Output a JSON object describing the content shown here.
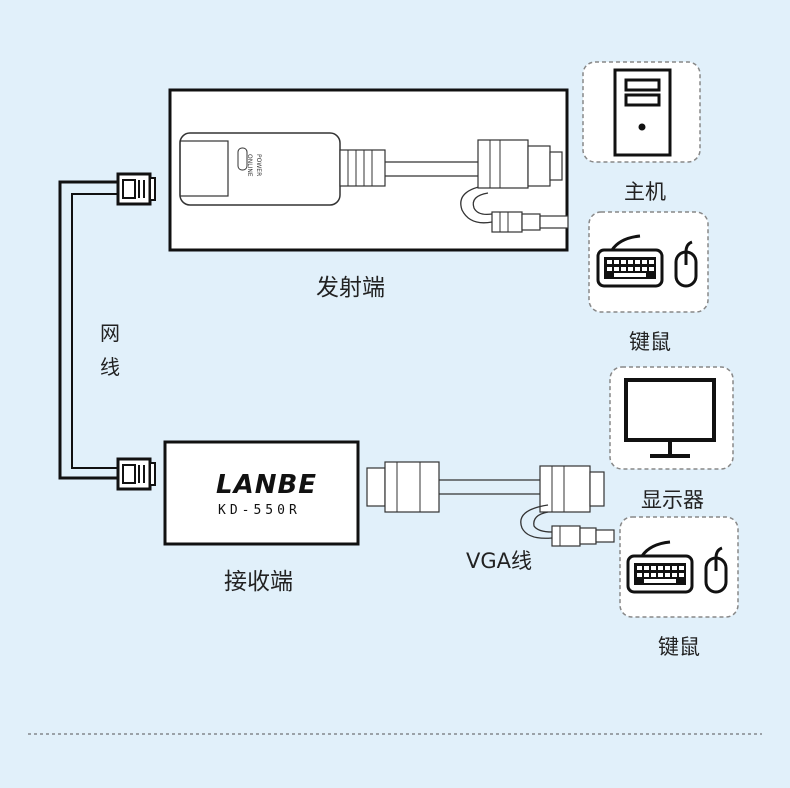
{
  "labels": {
    "transmitter": "发射端",
    "receiver": "接收端",
    "network_cable": "网线",
    "vga_cable": "VGA线",
    "host": "主机",
    "keyboard_mouse_top": "键鼠",
    "monitor": "显示器",
    "keyboard_mouse_bottom": "键鼠"
  },
  "device": {
    "brand": "LANBE",
    "model": "KD-550R",
    "led_power": "POWER",
    "led_online": "ONLINE"
  },
  "colors": {
    "background": "#e1f0fa",
    "line": "#111111",
    "dashed_box": "#888888"
  },
  "icons": [
    "computer-tower-icon",
    "keyboard-icon",
    "mouse-icon",
    "monitor-icon",
    "rj45-connector-icon",
    "vga-connector-icon",
    "usb-connector-icon"
  ]
}
